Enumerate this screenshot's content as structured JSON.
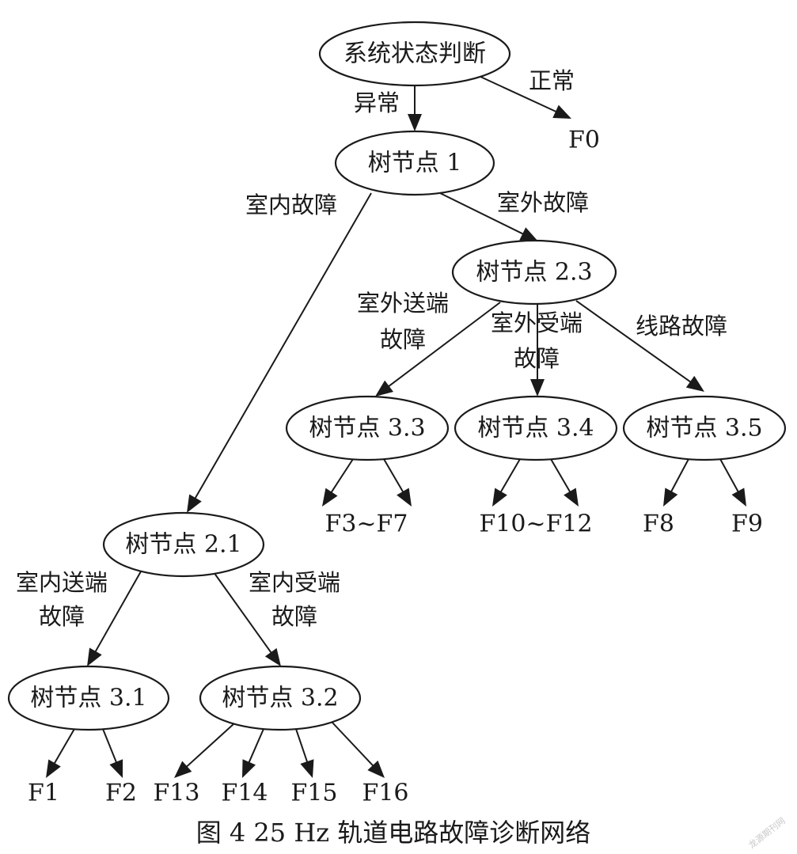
{
  "nodes": {
    "root": "系统状态判断",
    "n1": "树节点 1",
    "n21": "树节点 2.1",
    "n23": "树节点 2.3",
    "n31": "树节点 3.1",
    "n32": "树节点 3.2",
    "n33": "树节点 3.3",
    "n34": "树节点 3.4",
    "n35": "树节点 3.5"
  },
  "leaves": {
    "f0": "F0",
    "f1": "F1",
    "f2": "F2",
    "f3_f7": "F3~F7",
    "f8": "F8",
    "f9": "F9",
    "f10_f12": "F10~F12",
    "f13": "F13",
    "f14": "F14",
    "f15": "F15",
    "f16": "F16"
  },
  "edge_labels": {
    "abnormal": "异常",
    "normal": "正常",
    "indoor_fault": "室内故障",
    "outdoor_fault": "室外故障",
    "outdoor_send_1": "室外送端",
    "outdoor_send_2": "故障",
    "outdoor_recv_1": "室外受端",
    "outdoor_recv_2": "故障",
    "line_fault": "线路故障",
    "indoor_send_1": "室内送端",
    "indoor_send_2": "故障",
    "indoor_recv_1": "室内受端",
    "indoor_recv_2": "故障"
  },
  "caption": "图 4   25 Hz 轨道电路故障诊断网络",
  "watermark": "龙源期刊网"
}
